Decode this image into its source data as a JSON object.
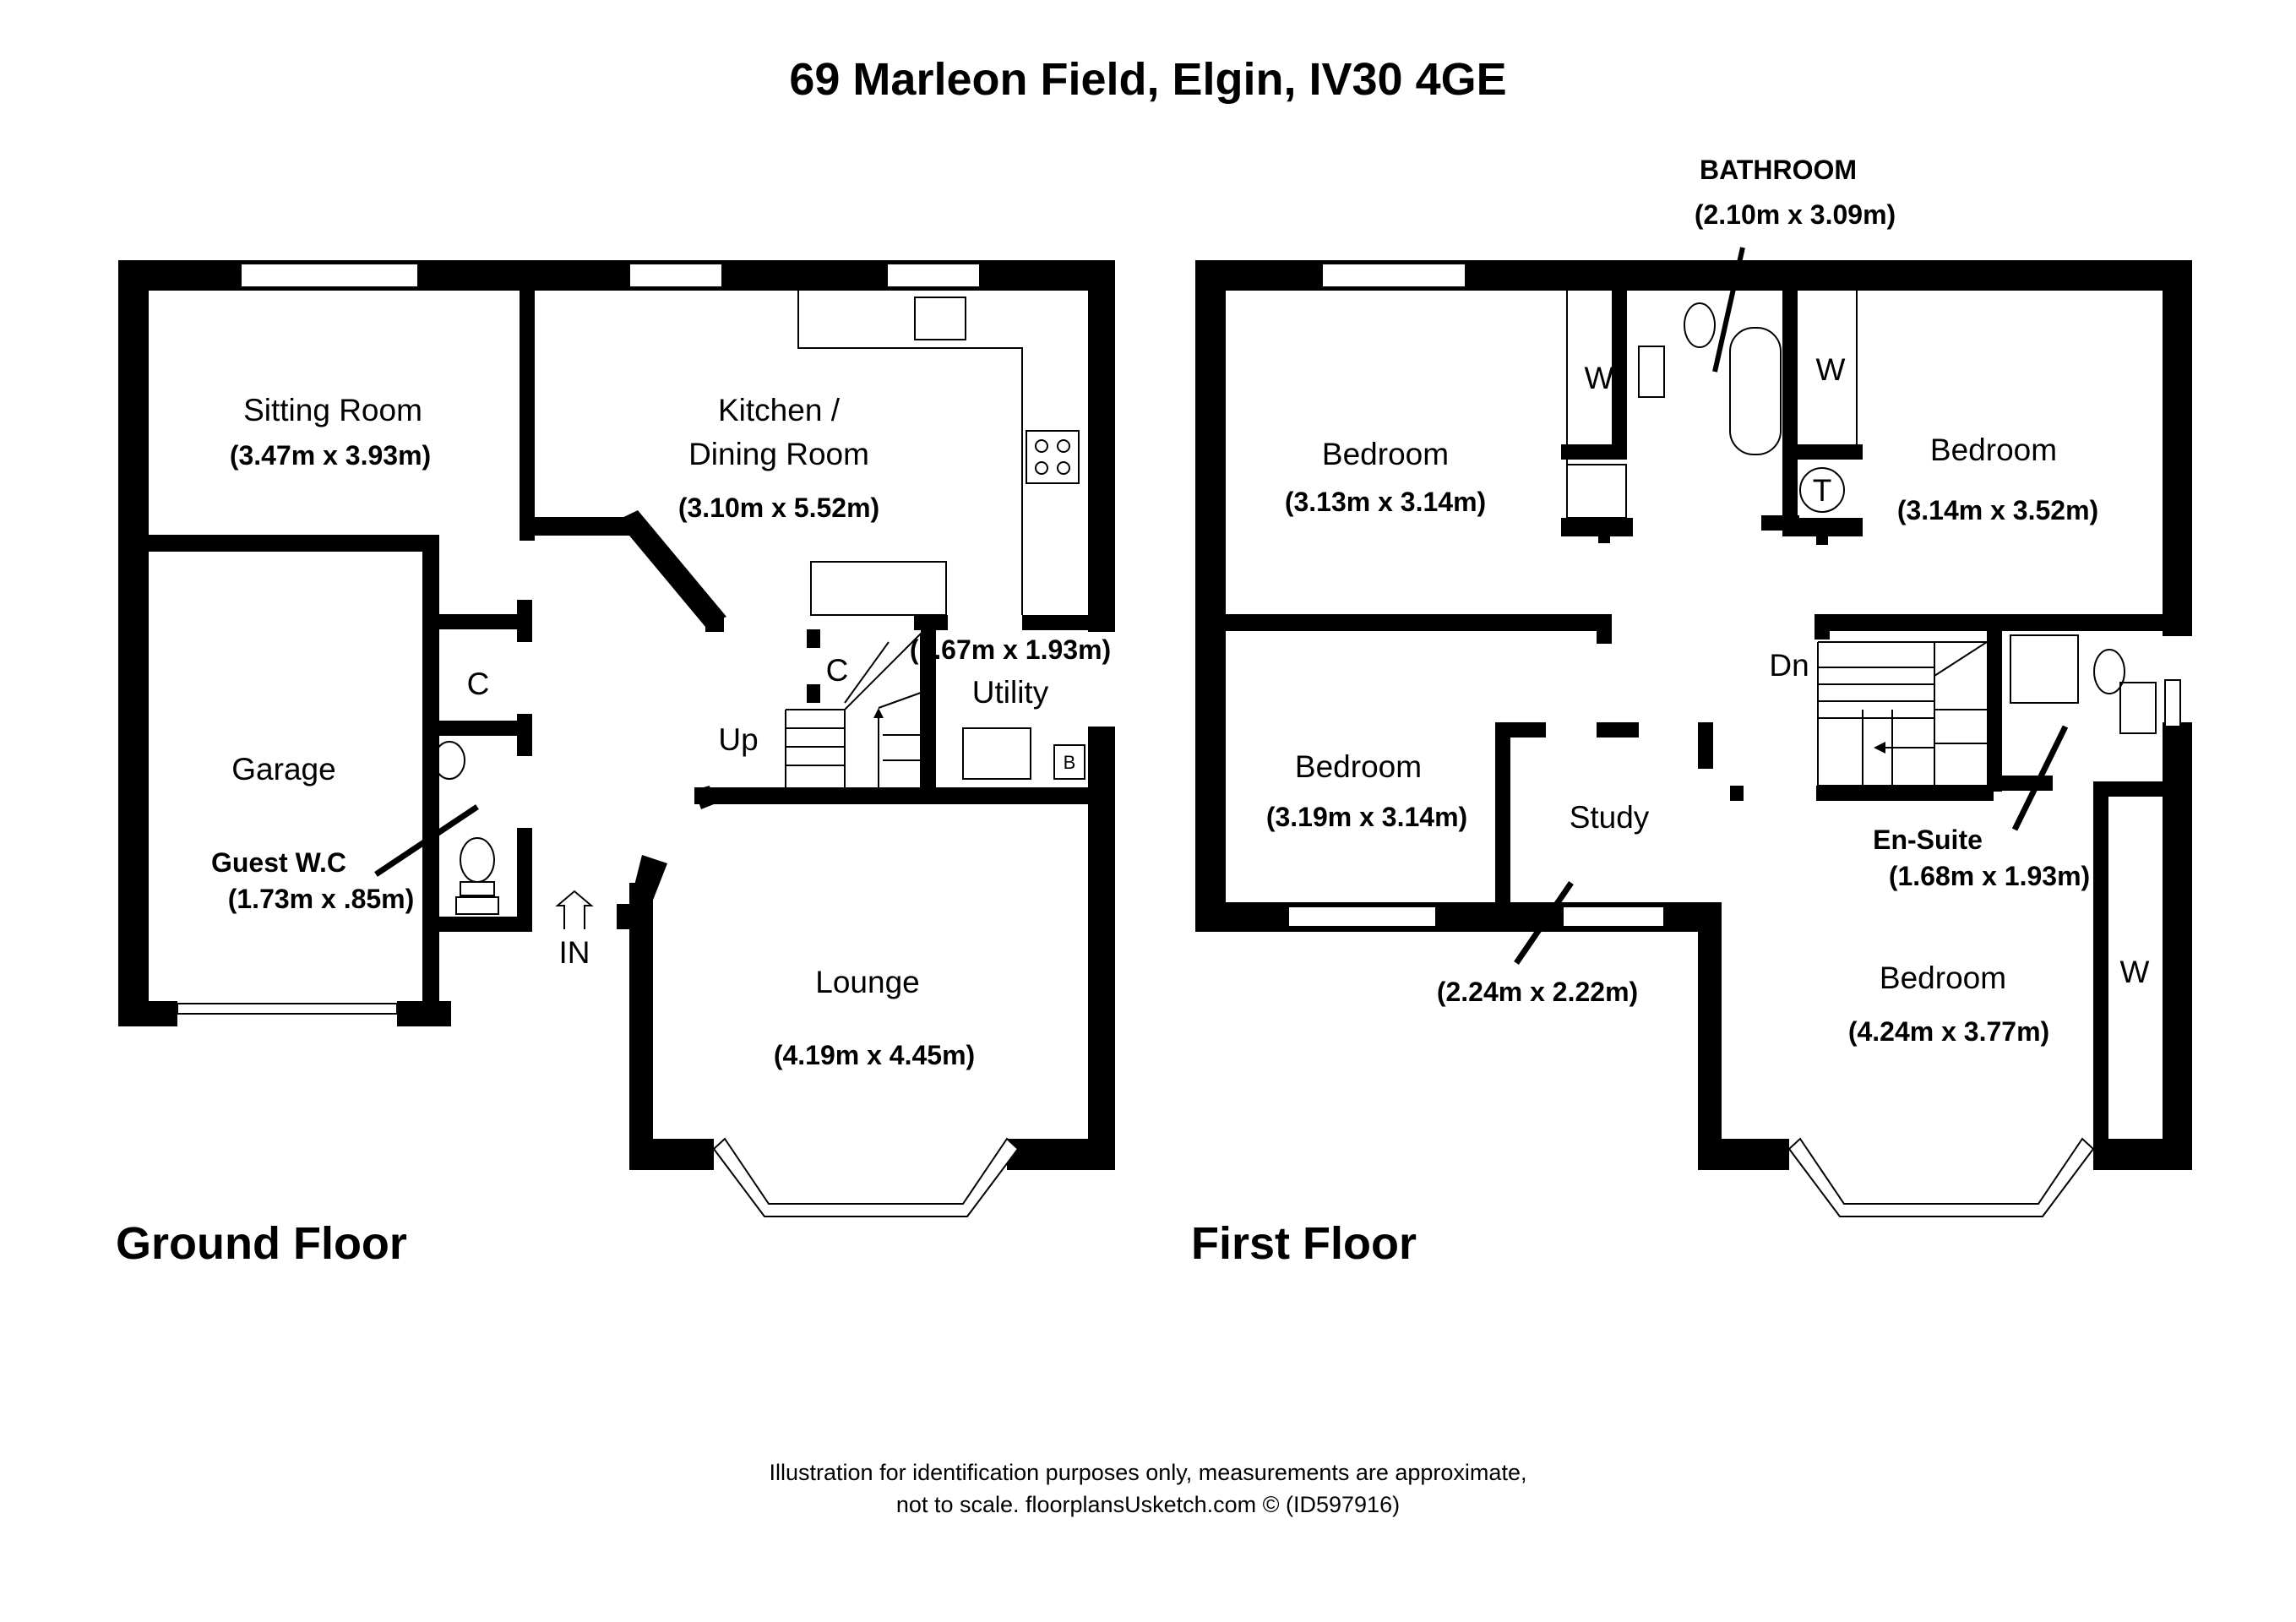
{
  "title": "69 Marleon Field, Elgin, IV30 4GE",
  "ground_floor": {
    "label": "Ground Floor",
    "rooms": [
      {
        "name": "Sitting Room",
        "dim": "(3.47m x 3.93m)"
      },
      {
        "name": "Kitchen /",
        "name2": "Dining Room",
        "dim": "(3.10m x 5.52m)"
      },
      {
        "name": "Garage",
        "dim": ""
      },
      {
        "name": "Guest W.C",
        "dim": "(1.73m x .85m)"
      },
      {
        "name": "Utility",
        "dim": "(1.67m x 1.93m)"
      },
      {
        "name": "Lounge",
        "dim": "(4.19m x 4.45m)"
      }
    ],
    "labels": {
      "cupboard1": "C",
      "cupboard2": "C",
      "up": "Up",
      "in": "IN",
      "boiler": "B"
    }
  },
  "first_floor": {
    "label": "First Floor",
    "rooms": [
      {
        "name": "BATHROOM",
        "dim": "(2.10m x 3.09m)"
      },
      {
        "name": "Bedroom",
        "dim": "(3.13m x 3.14m)"
      },
      {
        "name": "Bedroom",
        "dim": "(3.14m x 3.52m)"
      },
      {
        "name": "Bedroom",
        "dim": "(3.19m x 3.14m)"
      },
      {
        "name": "Study",
        "dim": "(2.24m x 2.22m)"
      },
      {
        "name": "En-Suite",
        "dim": "(1.68m x 1.93m)"
      },
      {
        "name": "Bedroom",
        "dim": "(4.24m x 3.77m)"
      }
    ],
    "labels": {
      "wardrobe1": "W",
      "wardrobe2": "W",
      "wardrobe3": "W",
      "tank": "T",
      "down": "Dn"
    }
  },
  "footer": {
    "line1": "Illustration for identification purposes only, measurements are approximate,",
    "line2": "not to scale. floorplansUsketch.com © (ID597916)"
  }
}
